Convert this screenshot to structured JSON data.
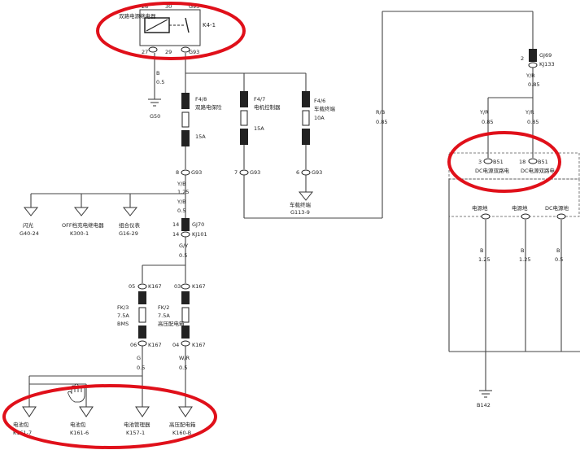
{
  "relay": {
    "name": "双路电源继电器",
    "id": "K4-1",
    "pin_top_left": "28",
    "pin_top_mid": "30",
    "pin_top_conn": "G93",
    "pin_bot_left": "27",
    "pin_bot_mid": "29",
    "pin_bot_conn": "G93"
  },
  "ground_left": {
    "wire_color": "B",
    "wire_size": "0.5",
    "label": "G50"
  },
  "fuses": [
    {
      "id": "F4/8",
      "name": "双路电保险",
      "rating": "15A",
      "pin": "8",
      "conn": "G93"
    },
    {
      "id": "F4/7",
      "name": "电机控制器",
      "rating": "15A",
      "pin": "7",
      "conn": "G93"
    },
    {
      "id": "F4/6",
      "name": "车载终端",
      "rating": "10A",
      "pin": "6",
      "conn": "G93"
    }
  ],
  "wire_yb1": {
    "color": "Y/B",
    "size": "1.25"
  },
  "wire_yb2": {
    "color": "Y/B",
    "size": "0.5"
  },
  "terminal_ground": {
    "name": "车载终端",
    "id": "G113-9"
  },
  "branch_left": [
    {
      "name": "闪光",
      "id": "G40-24"
    },
    {
      "name": "OFF档充电继电器",
      "id": "K300-1"
    },
    {
      "name": "组合仪表",
      "id": "G16-29"
    }
  ],
  "conn_gj70": {
    "pin_top": "14",
    "pin_bot": "14",
    "conn_top": "GJ70",
    "conn_bot": "KJ101"
  },
  "wire_gy": {
    "color": "G/Y",
    "size": "0.5"
  },
  "k167": {
    "left_top_pin": "05",
    "left_top_conn": "K167",
    "right_top_pin": "03",
    "right_top_conn": "K167",
    "left_fuse_id": "FK/3",
    "left_fuse_rating": "7.5A",
    "left_fuse_name": "BMS",
    "right_fuse_id": "FK/2",
    "right_fuse_rating": "7.5A",
    "right_fuse_name": "高压配电箱",
    "left_bot_pin": "06",
    "left_bot_conn": "K167",
    "right_bot_pin": "04",
    "right_bot_conn": "K167"
  },
  "wire_g": {
    "color": "G",
    "size": "0.5"
  },
  "wire_wr": {
    "color": "W/R",
    "size": "0.5"
  },
  "bottom_loads": [
    {
      "name": "电池包",
      "id": "K161-7"
    },
    {
      "name": "电池包",
      "id": "K161-6"
    },
    {
      "name": "电池管理器",
      "id": "K157-1"
    },
    {
      "name": "高压配电箱",
      "id": "K160-B"
    }
  ],
  "wire_rb": {
    "color": "R/B",
    "size": "0.85"
  },
  "top_right_conn": {
    "pin": "2",
    "conn_top": "GJ69",
    "conn_bot": "KJ133"
  },
  "wire_yr_top": {
    "color": "Y/R",
    "size": "0.85"
  },
  "wire_yr_left": {
    "color": "Y/R",
    "size": "0.85"
  },
  "wire_yr_right": {
    "color": "Y/R",
    "size": "0.85"
  },
  "dc_left": {
    "pin": "3",
    "conn": "B51",
    "name": "DC电源双路电"
  },
  "dc_right": {
    "pin": "18",
    "conn": "B51",
    "name": "DC电源双路电"
  },
  "grounds_right": [
    {
      "name": "电源地",
      "wire_color": "B",
      "wire_size": "1.25"
    },
    {
      "name": "电源地",
      "wire_color": "B",
      "wire_size": "1.25"
    },
    {
      "name": "DC电源地",
      "wire_color": "B",
      "wire_size": "0.5"
    }
  ],
  "ground_b142": {
    "label": "B142"
  },
  "highlight_color": "#e0101a"
}
